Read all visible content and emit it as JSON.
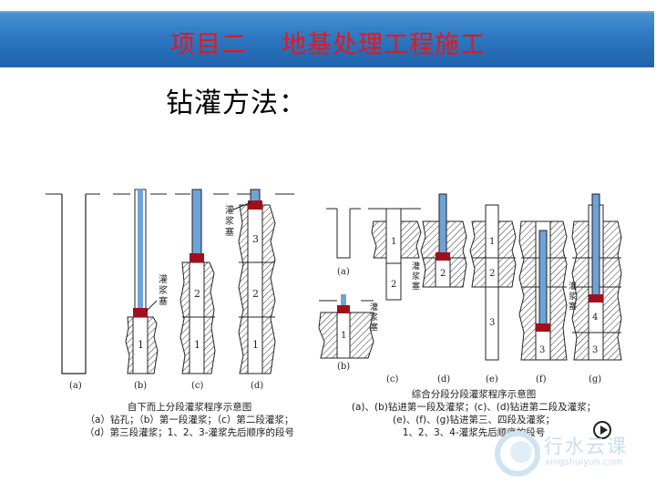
{
  "header": {
    "project": "项目二",
    "title": "地基处理工程施工"
  },
  "subtitle": "钻灌方法：",
  "left_figure": {
    "labels": [
      "(a)",
      "(b)",
      "(c)",
      "(d)"
    ],
    "plug_label": "灌浆塞",
    "segment_numbers": [
      "1",
      "2",
      "3"
    ],
    "caption": [
      "自下而上分段灌浆程序示意图",
      "（a）钻孔；（b）第一段灌浆；（c）第二段灌浆；",
      "（d）第三段灌浆；1、2、3-灌浆先后顺序的段号"
    ]
  },
  "right_figure": {
    "labels": [
      "(a)",
      "(b)",
      "(c)",
      "(d)",
      "(e)",
      "(f)",
      "(g)"
    ],
    "plug_label": "灌浆塞",
    "segment_numbers": [
      "1",
      "2",
      "3",
      "4"
    ],
    "caption": [
      "综合分段分段灌浆程序示意图",
      "(a)、(b)钻进第一段及灌浆；(c)、(d)钻进第二段及灌浆；",
      "(e)、(f)、(g)钻进第三、四段及灌浆；",
      "1、2、3、4-灌浆先后顺序的段号"
    ]
  },
  "watermark": {
    "name": "行水云课",
    "url": "xingshuiyun.com"
  },
  "colors": {
    "band": "#2e78c2",
    "title_red": "#e8161b",
    "pipe_blue": "#6fa3d8",
    "plug_red": "#a0101c"
  }
}
